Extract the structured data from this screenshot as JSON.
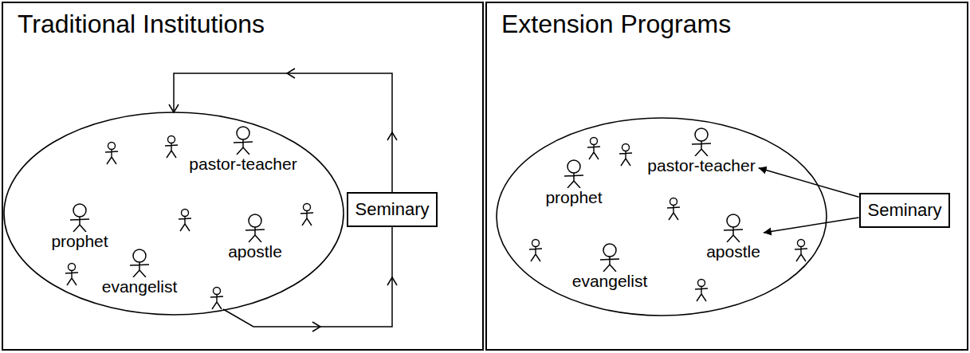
{
  "diagram": {
    "nodes": [
      {
        "text": [
          "Traditional Institutions"
        ]
      },
      {
        "text": [
          "prophet"
        ],
        "in": 0
      },
      {
        "text": [
          "pastor-teacher"
        ],
        "in": 0
      },
      {
        "text": [
          "apostle"
        ],
        "in": 0
      },
      {
        "text": [
          "evangelist"
        ],
        "in": 0
      },
      {
        "text": [
          "Seminary"
        ],
        "in": 0
      },
      {
        "text": [
          "Extension Programs"
        ]
      },
      {
        "text": [
          "prophet"
        ],
        "in": 6
      },
      {
        "text": [
          "pastor-teacher"
        ],
        "in": 6
      },
      {
        "text": [
          "apostle"
        ],
        "in": 6
      },
      {
        "text": [
          "evangelist"
        ],
        "in": 6
      },
      {
        "text": [
          "Seminary"
        ],
        "in": 6
      }
    ],
    "edges": [
      {
        "from": 11,
        "to": 8,
        "arrow": "to"
      },
      {
        "from": 11,
        "to": 9,
        "arrow": "to"
      }
    ]
  }
}
